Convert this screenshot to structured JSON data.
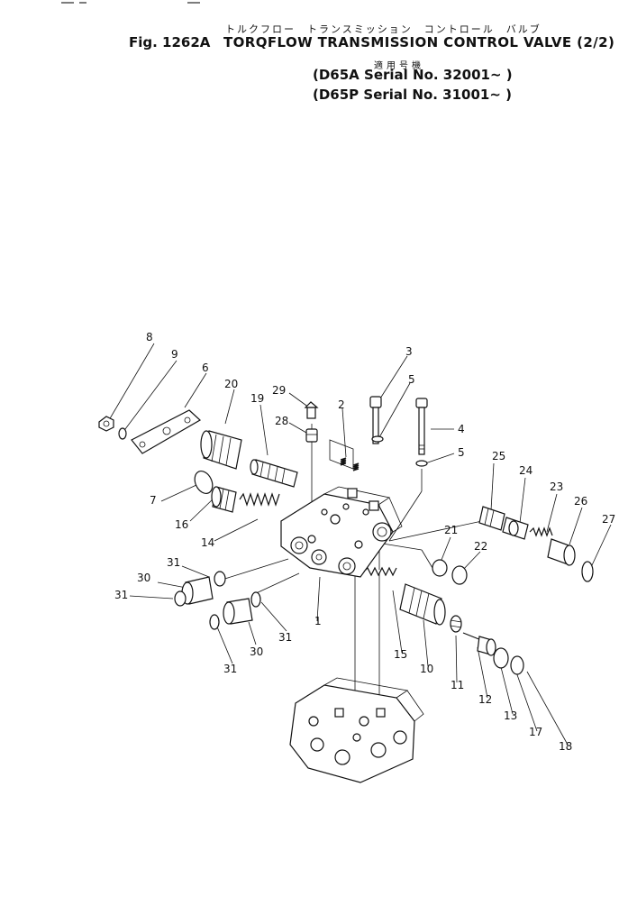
{
  "header": {
    "japanese_title": "トルクフロー　トランスミッション　コントロール　バルブ",
    "figure_number": "Fig. 1262A",
    "figure_title": "TORQFLOW TRANSMISSION CONTROL VALVE (2/2)",
    "applicability_japanese": "適用号機",
    "serial_1": "(D65A Serial No. 32001~ )",
    "serial_2": "(D65P Serial No. 31001~ )"
  },
  "callouts": [
    {
      "id": "c8",
      "label": "8"
    },
    {
      "id": "c9",
      "label": "9"
    },
    {
      "id": "c6",
      "label": "6"
    },
    {
      "id": "c20",
      "label": "20"
    },
    {
      "id": "c19",
      "label": "19"
    },
    {
      "id": "c29",
      "label": "29"
    },
    {
      "id": "c28",
      "label": "28"
    },
    {
      "id": "c2",
      "label": "2"
    },
    {
      "id": "c3",
      "label": "3"
    },
    {
      "id": "c5a",
      "label": "5"
    },
    {
      "id": "c4",
      "label": "4"
    },
    {
      "id": "c5b",
      "label": "5"
    },
    {
      "id": "c7",
      "label": "7"
    },
    {
      "id": "c16",
      "label": "16"
    },
    {
      "id": "c14",
      "label": "14"
    },
    {
      "id": "c25",
      "label": "25"
    },
    {
      "id": "c24",
      "label": "24"
    },
    {
      "id": "c23",
      "label": "23"
    },
    {
      "id": "c26",
      "label": "26"
    },
    {
      "id": "c27",
      "label": "27"
    },
    {
      "id": "c21",
      "label": "21"
    },
    {
      "id": "c22",
      "label": "22"
    },
    {
      "id": "c31a",
      "label": "31"
    },
    {
      "id": "c30a",
      "label": "30"
    },
    {
      "id": "c31b",
      "label": "31"
    },
    {
      "id": "c1",
      "label": "1"
    },
    {
      "id": "c15",
      "label": "15"
    },
    {
      "id": "c10",
      "label": "10"
    },
    {
      "id": "c11",
      "label": "11"
    },
    {
      "id": "c12",
      "label": "12"
    },
    {
      "id": "c13",
      "label": "13"
    },
    {
      "id": "c17",
      "label": "17"
    },
    {
      "id": "c18",
      "label": "18"
    },
    {
      "id": "c30b",
      "label": "30"
    },
    {
      "id": "c31c",
      "label": "31"
    },
    {
      "id": "c31d",
      "label": "31"
    }
  ]
}
